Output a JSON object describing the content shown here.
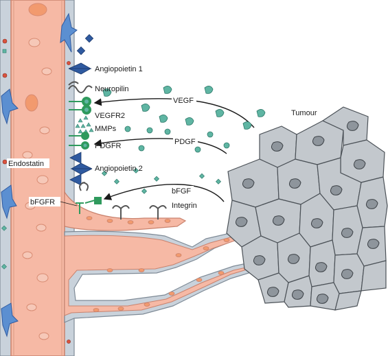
{
  "labels": {
    "angiopoietin1": "Angiopoietin 1",
    "neuropilin": "Neuropilin",
    "vegf": "VEGF",
    "vegfr2": "VEGFR2",
    "mmps": "MMPs",
    "pdgf": "PDGF",
    "pdgfr": "PDGFR",
    "endostatin": "Endostatin",
    "angiopoietin2": "Angiopoietin 2",
    "bfgf": "bFGF",
    "bfgfr": "bFGFR",
    "integrin": "Integrin",
    "tumour": "Tumour"
  },
  "colors": {
    "vessel": "#f6b9a5",
    "vessel_edge": "#c9826d",
    "membrane": "#c9d2db",
    "tumour_cell": "#c3c8cd",
    "tumour_edge": "#4b5157",
    "nucleus": "#8e959c",
    "growth_factor": "#5fb5a3",
    "receptor_green": "#2f9a5d",
    "angiopoietin": "#2f5aa0",
    "pericyte": "#5b8fd1",
    "endostatin_dot": "#d9533f",
    "rbc": "#f08f6a"
  }
}
